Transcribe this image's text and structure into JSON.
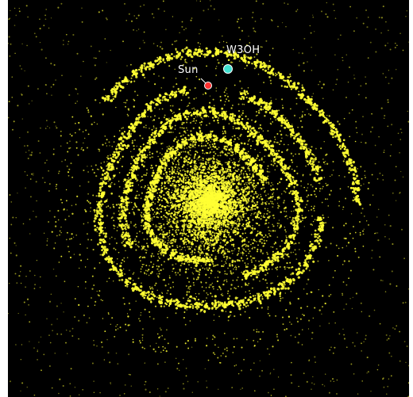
{
  "image": {
    "background_color": "#000000",
    "star_color": "#ffff33",
    "labels": {
      "w3oh": "W3OH",
      "sun": "Sun"
    },
    "markers": {
      "w3oh": {
        "color": "#40e0d0",
        "icon": "cyan-circle"
      },
      "sun": {
        "color": "#ff3030",
        "icon": "red-circle"
      }
    }
  }
}
